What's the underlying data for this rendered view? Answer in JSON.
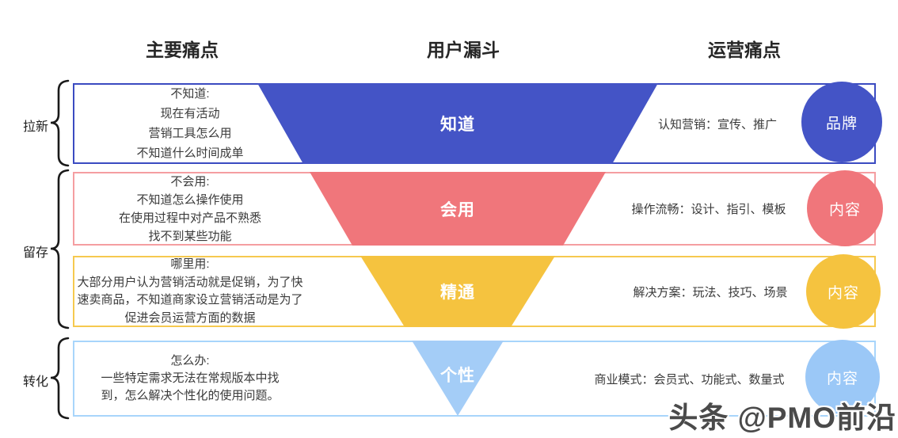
{
  "headers": {
    "pain": "主要痛点",
    "funnel": "用户漏斗",
    "ops": "运营痛点"
  },
  "stages": [
    {
      "label": "拉新"
    },
    {
      "label": "留存"
    },
    {
      "label": "转化"
    }
  ],
  "rows": [
    {
      "pain_lines": [
        "不知道:",
        "现在有活动",
        "营销工具怎么用",
        "不知道什么时间成单"
      ],
      "funnel_label": "知道",
      "ops_text": "认知营销：宣传、推广",
      "badge": "品牌",
      "fill": "#4454C6",
      "border": "#3B4BC1",
      "badge_fill": "#4454C6"
    },
    {
      "pain_lines": [
        "不会用:",
        "不知道怎么操作使用",
        "在使用过程中对产品不熟悉",
        "找不到某些功能"
      ],
      "funnel_label": "会用",
      "ops_text": "操作流畅：设计、指引、模板",
      "badge": "内容",
      "fill": "#F0767B",
      "border": "#F59EA1",
      "badge_fill": "#F0767B"
    },
    {
      "pain_lines": [
        "哪里用:",
        "大部分用户认为营销活动就是促销，为了快",
        "速卖商品，不知道商家设立营销活动是为了",
        "促进会员运营方面的数据"
      ],
      "funnel_label": "精通",
      "ops_text": "解决方案：玩法、技巧、场景",
      "badge": "内容",
      "fill": "#F5C33F",
      "border": "#F6C94F",
      "badge_fill": "#F5C33F"
    },
    {
      "pain_lines": [
        "怎么办:",
        "一些特定需求无法在常规版本中找",
        "到，怎么解决个性化的使用问题。"
      ],
      "funnel_label": "个性",
      "ops_text": "商业模式：会员式、功能式、数量式",
      "badge": "内容",
      "fill": "#A4CDF7",
      "border": "#A8D5FB",
      "badge_fill": "#9BC8F7"
    }
  ],
  "watermark": "头条 @PMO前沿",
  "palette": {
    "brace": "#1a1a1a",
    "header_text": "#262626",
    "body_text": "#3a3a3a",
    "funnel_text": "#ffffff"
  }
}
